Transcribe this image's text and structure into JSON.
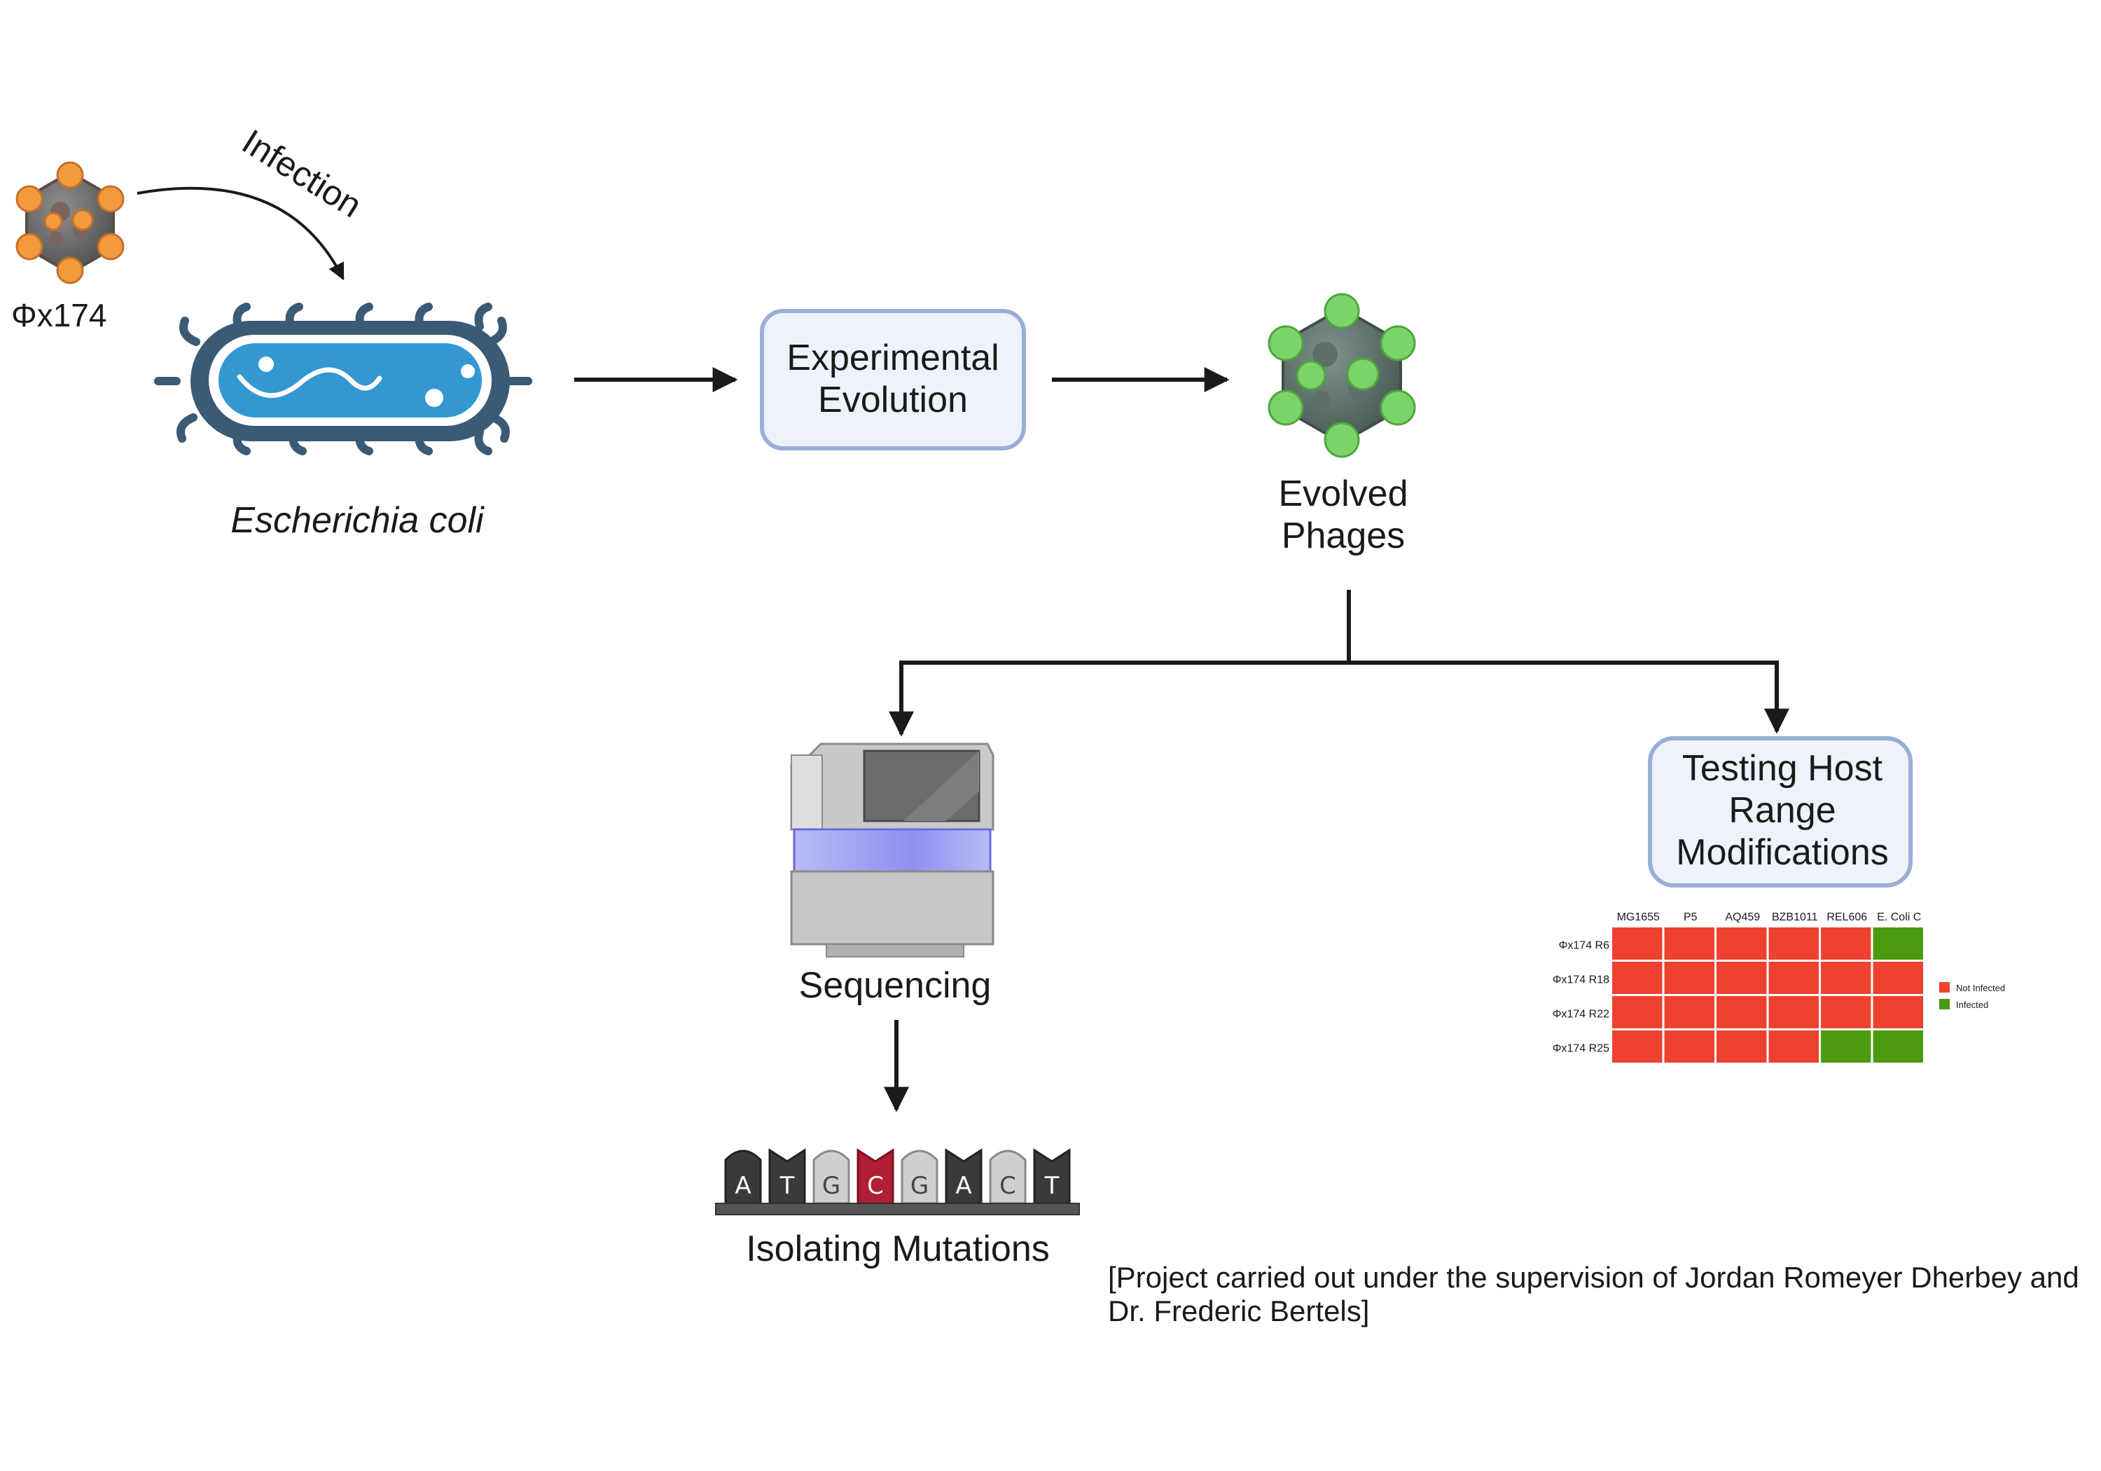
{
  "labels": {
    "phage": "Φx174",
    "infection": "Infection",
    "host": "Escherichia coli",
    "experimental_evolution_line1": "Experimental",
    "experimental_evolution_line2": "Evolution",
    "evolved_line1": "Evolved",
    "evolved_line2": "Phages",
    "sequencing": "Sequencing",
    "isolating": "Isolating Mutations",
    "testing_line1": "Testing Host",
    "testing_line2": "Range",
    "testing_line3": "Modifications"
  },
  "dna_bases": [
    {
      "letter": "A",
      "style": "dark"
    },
    {
      "letter": "T",
      "style": "dark"
    },
    {
      "letter": "G",
      "style": "light"
    },
    {
      "letter": "C",
      "style": "red"
    },
    {
      "letter": "G",
      "style": "light"
    },
    {
      "letter": "A",
      "style": "dark"
    },
    {
      "letter": "C",
      "style": "light"
    },
    {
      "letter": "T",
      "style": "dark"
    }
  ],
  "chart_data": {
    "type": "heatmap",
    "columns": [
      "MG1655",
      "P5",
      "AQ459",
      "BZB1011",
      "REL606",
      "E. Coli C"
    ],
    "rows": [
      "Φx174 R6",
      "Φx174 R18",
      "Φx174 R22",
      "Φx174 R25"
    ],
    "values": [
      [
        "Not Infected",
        "Not Infected",
        "Not Infected",
        "Not Infected",
        "Not Infected",
        "Infected"
      ],
      [
        "Not Infected",
        "Not Infected",
        "Not Infected",
        "Not Infected",
        "Not Infected",
        "Not Infected"
      ],
      [
        "Not Infected",
        "Not Infected",
        "Not Infected",
        "Not Infected",
        "Not Infected",
        "Not Infected"
      ],
      [
        "Not Infected",
        "Not Infected",
        "Not Infected",
        "Not Infected",
        "Infected",
        "Infected"
      ]
    ],
    "legend": [
      {
        "label": "Not Infected",
        "color": "#ee4130"
      },
      {
        "label": "Infected",
        "color": "#4b9a10"
      }
    ]
  },
  "credit": "[Project carried out under the supervision of Jordan Romeyer Dherbey and Dr. Frederic Bertels]",
  "colors": {
    "box_fill": "#eef3fb",
    "box_stroke": "#9aaed6",
    "arrow": "#1a1a1a",
    "bacterium_outer": "#3b5a76",
    "bacterium_inner": "#3397d1",
    "phage_orange": "#f29a3c",
    "phage_green": "#7bd36a"
  }
}
